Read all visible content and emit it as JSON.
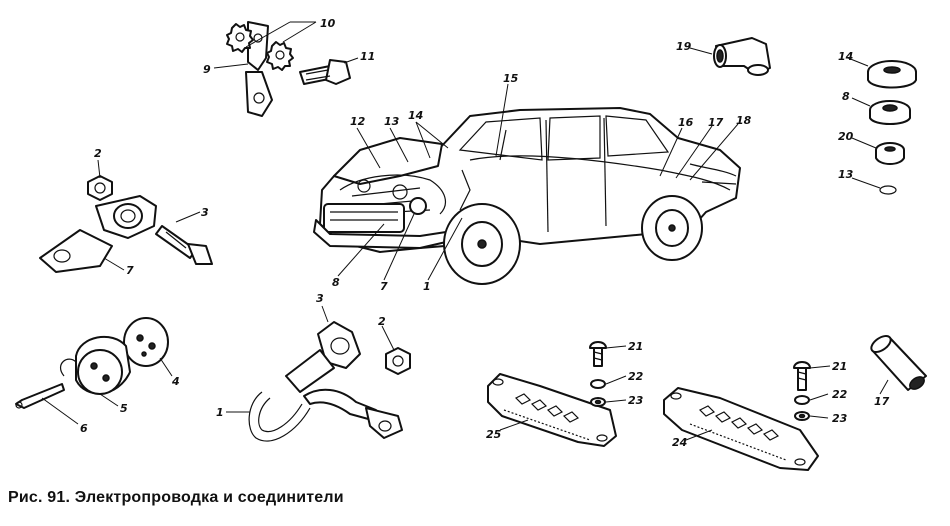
{
  "caption": "Рис. 91. Электропроводка и соединители",
  "callouts": {
    "c10": "10",
    "c9": "9",
    "c11": "11",
    "c2a": "2",
    "c3a": "3",
    "c7a": "7",
    "c4": "4",
    "c5": "5",
    "c6": "6",
    "c3b": "3",
    "c2b": "2",
    "c1b": "1",
    "c12": "12",
    "c13": "13",
    "c14": "14",
    "c15": "15",
    "c16": "16",
    "c17a": "17",
    "c18": "18",
    "c8a": "8",
    "c7b": "7",
    "c1a": "1",
    "c19": "19",
    "c14b": "14",
    "c8b": "8",
    "c20": "20",
    "c13b": "13",
    "c21a": "21",
    "c22a": "22",
    "c23a": "23",
    "c25": "25",
    "c21b": "21",
    "c22b": "22",
    "c23b": "23",
    "c24": "24",
    "c17b": "17"
  }
}
